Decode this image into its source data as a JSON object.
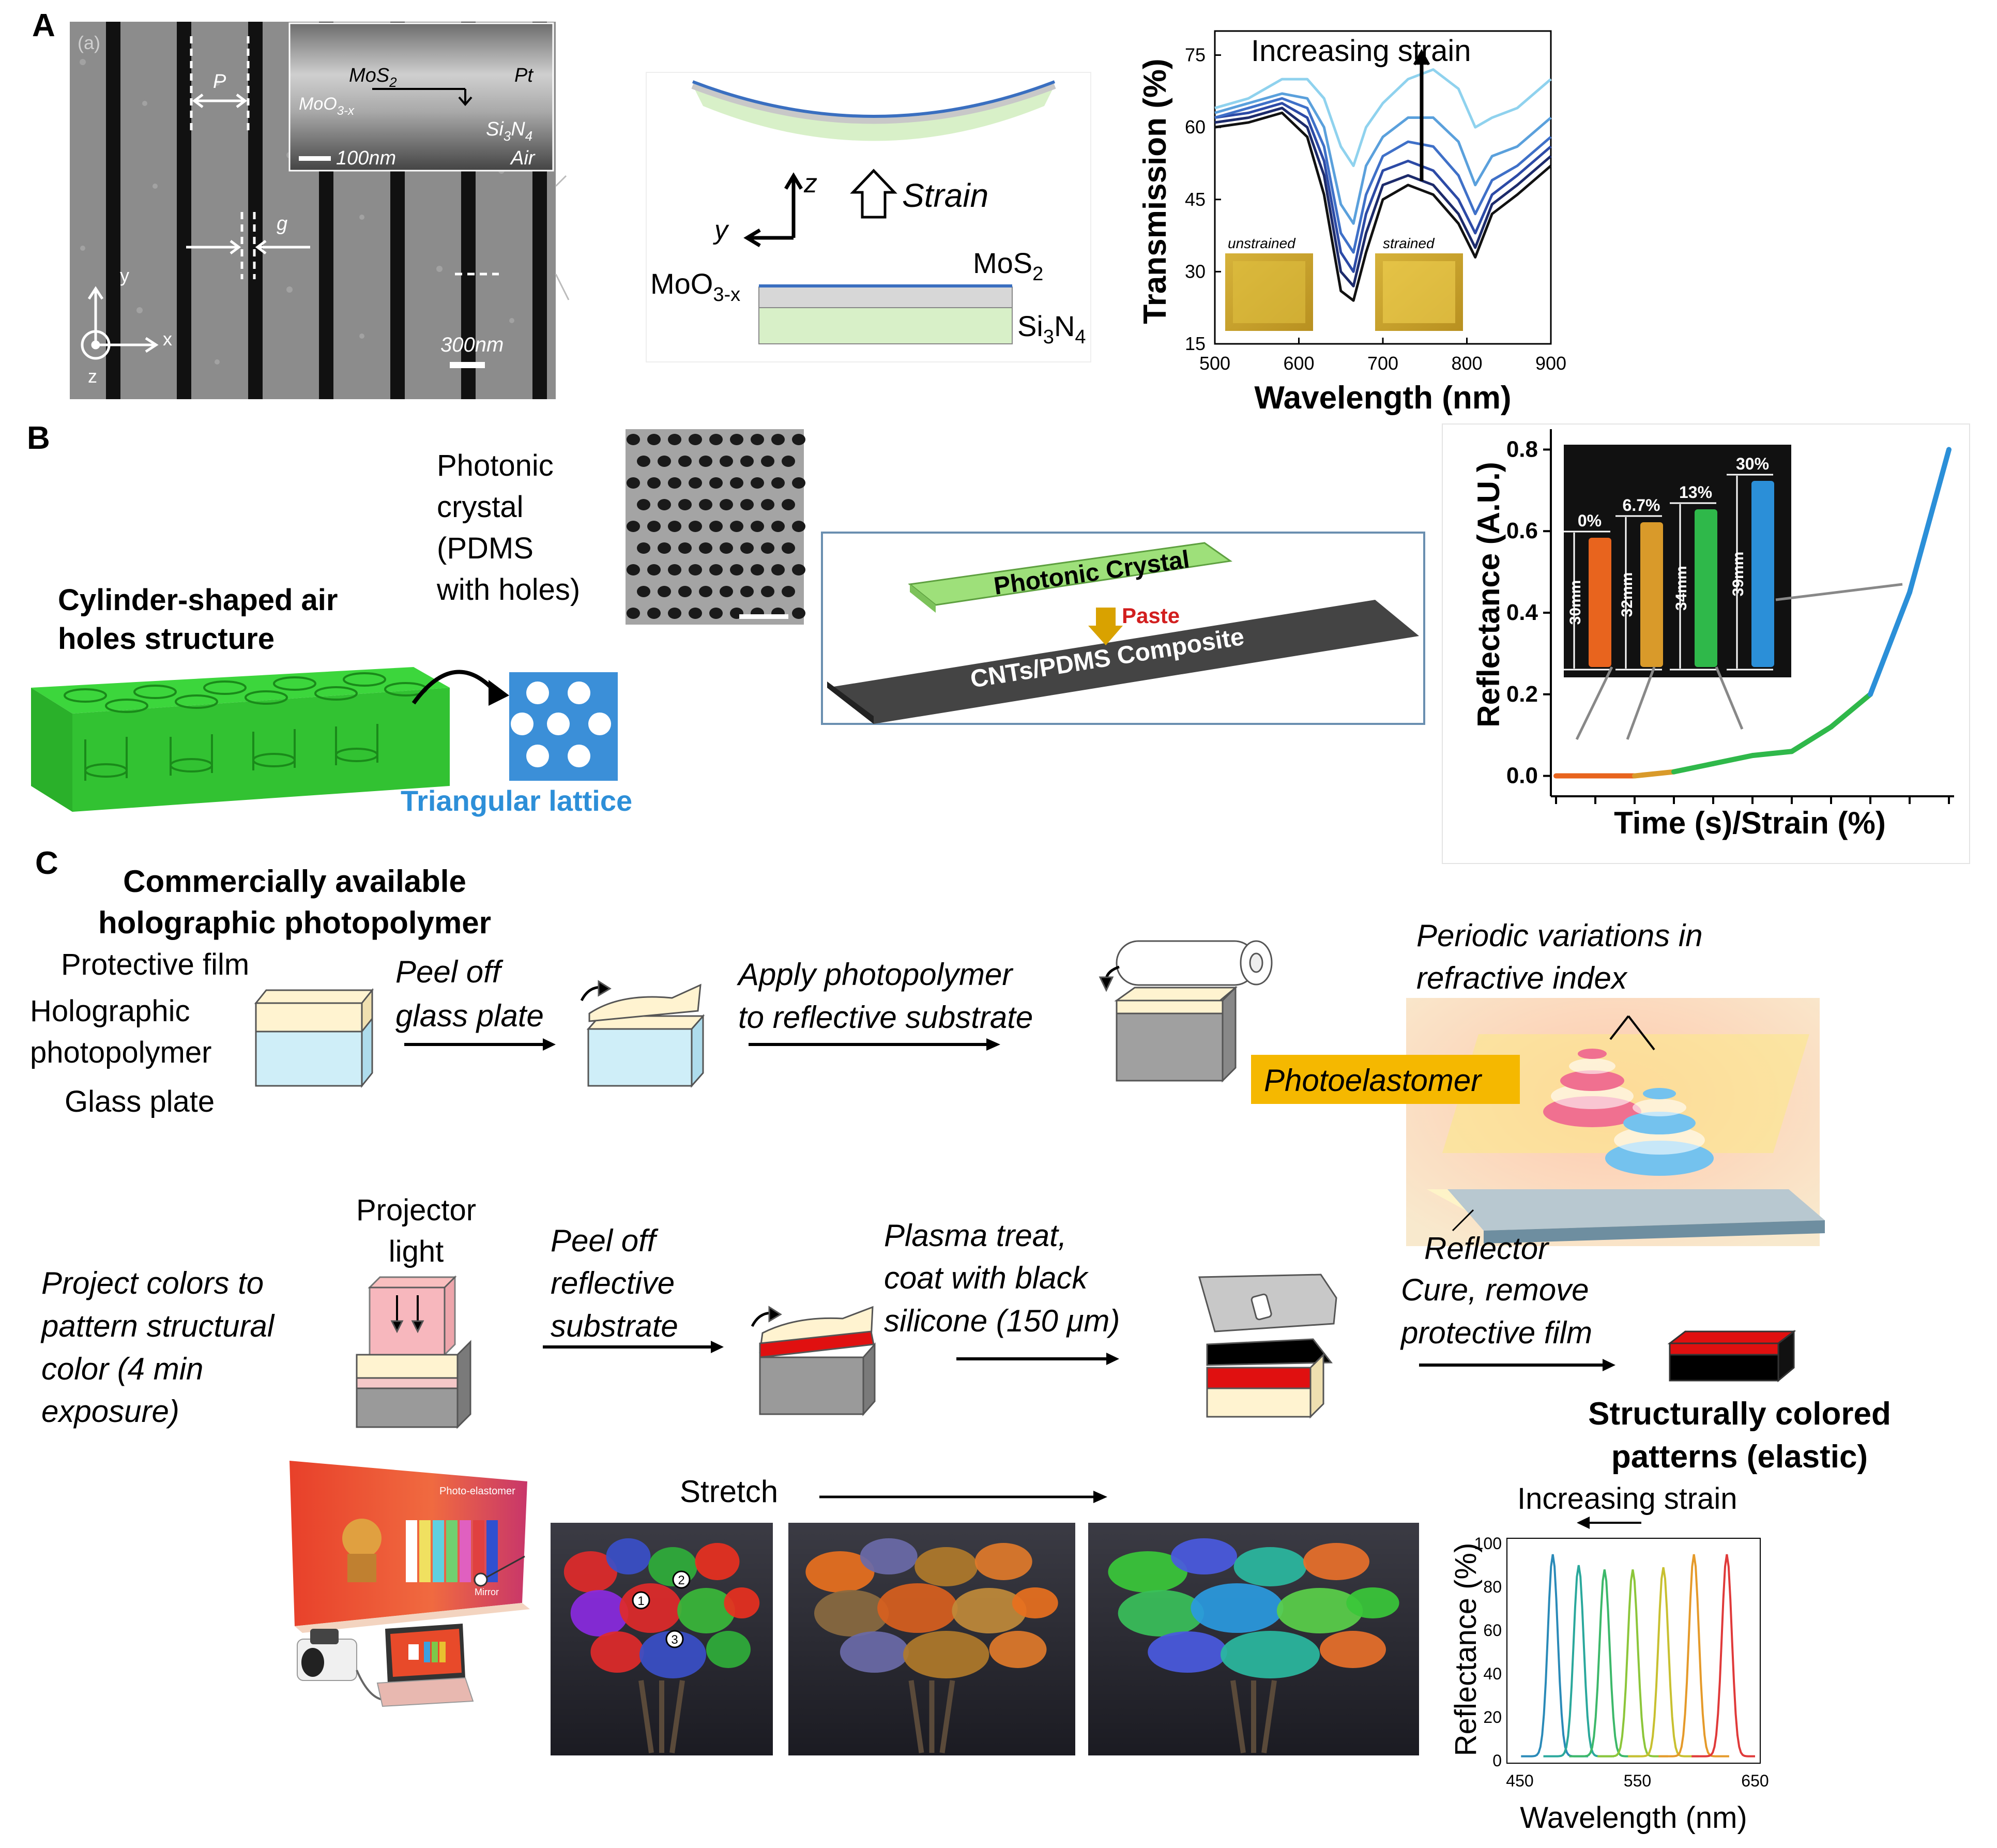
{
  "panelA": {
    "letter": "A",
    "sem": {
      "corner": "(a)",
      "p_label": "P",
      "g_label": "g",
      "inset": {
        "mos2": "MoS",
        "mos2_sub": "2",
        "moo3": "MoO",
        "moo3_sub": "3-x",
        "pt": "Pt",
        "si3n4": "Si",
        "si3n4_sub1": "3",
        "si3n4_n": "N",
        "si3n4_sub2": "4",
        "air": "Air",
        "scale": "100nm"
      },
      "axis_x": "x",
      "axis_y": "y",
      "axis_z": "z",
      "scale": "300nm"
    },
    "schematic": {
      "z": "z",
      "y": "y",
      "strain": "Strain",
      "mos2": "MoS",
      "mos2_sub": "2",
      "moo3": "MoO",
      "moo3_sub": "3-x",
      "si3n4": "Si",
      "si3n4_sub1": "3",
      "si3n4_n": "N",
      "si3n4_sub2": "4"
    },
    "plot": {
      "annotation": "Increasing strain",
      "inset_unstrained": "unstrained",
      "inset_strained": "strained",
      "colors": [
        "#111111",
        "#1d2b6b",
        "#2c4aa6",
        "#3f70c8",
        "#5aa0dc",
        "#8fd2ee"
      ]
    }
  },
  "panelB": {
    "letter": "B",
    "cyl_title_1": "Cylinder-shaped air",
    "cyl_title_2": "holes structure",
    "lattice_label": "Triangular lattice",
    "pc_label": [
      "Photonic",
      "crystal",
      "(PDMS",
      "with holes)"
    ],
    "pc_box": "Photonic Crystal",
    "paste": "Paste",
    "composite": "CNTs/PDMS Composite",
    "inset_strains": [
      "0%",
      "6.7%",
      "13%",
      "30%"
    ],
    "inset_lengths": [
      "30mm",
      "32mm",
      "34mm",
      "39mm"
    ],
    "inset_colors": [
      "#e8641e",
      "#d99a2a",
      "#2fb84a",
      "#2b8fd8"
    ]
  },
  "panelC": {
    "letter": "C",
    "title_1": "Commercially available",
    "title_2": "holographic photopolymer",
    "layer_protective": "Protective film",
    "layer_holo_1": "Holographic",
    "layer_holo_2": "photopolymer",
    "layer_glass": "Glass plate",
    "step1_1": "Peel off",
    "step1_2": "glass plate",
    "step2_1": "Apply photopolymer",
    "step2_2": "to reflective substrate",
    "periodic_1": "Periodic variations in",
    "periodic_2": "refractive index",
    "photoelastomer": "Photoelastomer",
    "reflector": "Reflector",
    "projector_1": "Projector",
    "projector_2": "light",
    "project_1": "Project colors to",
    "project_2": "pattern structural",
    "project_3": "color (4 min",
    "project_4": "exposure)",
    "step3_1": "Peel off",
    "step3_2": "reflective",
    "step3_3": "substrate",
    "step4_1": "Plasma treat,",
    "step4_2": "coat with black",
    "step4_3": "silicone (150 μm)",
    "step5_1": "Cure, remove",
    "step5_2": "protective film",
    "result_1": "Structurally colored",
    "result_2": "patterns (elastic)",
    "stretch": "Stretch",
    "screen_label": "Photo-elastomer",
    "mirror_label": "Mirror",
    "markers": [
      "1",
      "2",
      "3"
    ]
  },
  "chart_data": [
    {
      "type": "line",
      "xlabel": "Wavelength (nm)",
      "ylabel": "Transmission (%)",
      "xlim": [
        500,
        900
      ],
      "ylim": [
        15,
        80
      ],
      "xticks": [
        500,
        600,
        700,
        800,
        900
      ],
      "yticks": [
        15,
        30,
        45,
        60,
        75
      ],
      "x": [
        500,
        540,
        580,
        610,
        630,
        650,
        665,
        680,
        700,
        730,
        760,
        790,
        810,
        830,
        860,
        900
      ],
      "series": [
        {
          "values": [
            60,
            61,
            63,
            58,
            46,
            26,
            24,
            34,
            45,
            48,
            46,
            40,
            33,
            42,
            46,
            52
          ]
        },
        {
          "values": [
            61,
            62,
            64,
            60,
            50,
            30,
            27,
            38,
            48,
            50,
            48,
            42,
            35,
            44,
            48,
            54
          ]
        },
        {
          "values": [
            62,
            63,
            65,
            62,
            53,
            34,
            30,
            42,
            51,
            53,
            51,
            45,
            38,
            46,
            50,
            56
          ]
        },
        {
          "values": [
            62,
            64,
            66,
            64,
            56,
            38,
            34,
            46,
            54,
            57,
            56,
            50,
            42,
            49,
            52,
            58
          ]
        },
        {
          "values": [
            63,
            65,
            67,
            66,
            60,
            44,
            40,
            52,
            58,
            62,
            62,
            57,
            48,
            54,
            56,
            62
          ]
        },
        {
          "values": [
            64,
            66,
            70,
            70,
            66,
            56,
            52,
            60,
            65,
            70,
            72,
            68,
            60,
            62,
            64,
            70
          ]
        }
      ]
    },
    {
      "type": "line",
      "xlabel": "Time (s)/Strain (%)",
      "ylabel": "Reflectance (A.U.)",
      "ylim": [
        -0.05,
        0.85
      ],
      "yticks": [
        0.0,
        0.2,
        0.4,
        0.6,
        0.8
      ],
      "x": [
        0,
        1,
        2,
        3,
        4,
        5,
        6,
        7,
        8,
        9,
        10
      ],
      "series": [
        {
          "values": [
            0.0,
            0.0,
            0.0,
            0.01,
            0.03,
            0.05,
            0.06,
            0.12,
            0.2,
            0.45,
            0.8
          ]
        }
      ]
    },
    {
      "type": "line",
      "xlabel": "Wavelength (nm)",
      "ylabel": "Reflectance (%)",
      "annotation": "Increasing strain",
      "xlim": [
        450,
        650
      ],
      "ylim": [
        0,
        100
      ],
      "xticks": [
        450,
        550,
        650
      ],
      "yticks": [
        0,
        20,
        40,
        60,
        80,
        100
      ],
      "series": [
        {
          "peak": 478,
          "height": 93,
          "color": "#2a8ab8"
        },
        {
          "peak": 500,
          "height": 88,
          "color": "#2aa89c"
        },
        {
          "peak": 522,
          "height": 86,
          "color": "#3cb86a"
        },
        {
          "peak": 546,
          "height": 86,
          "color": "#8cc63a"
        },
        {
          "peak": 572,
          "height": 87,
          "color": "#c8c030"
        },
        {
          "peak": 598,
          "height": 93,
          "color": "#e59a2a"
        },
        {
          "peak": 626,
          "height": 93,
          "color": "#e03a3a"
        }
      ]
    }
  ]
}
